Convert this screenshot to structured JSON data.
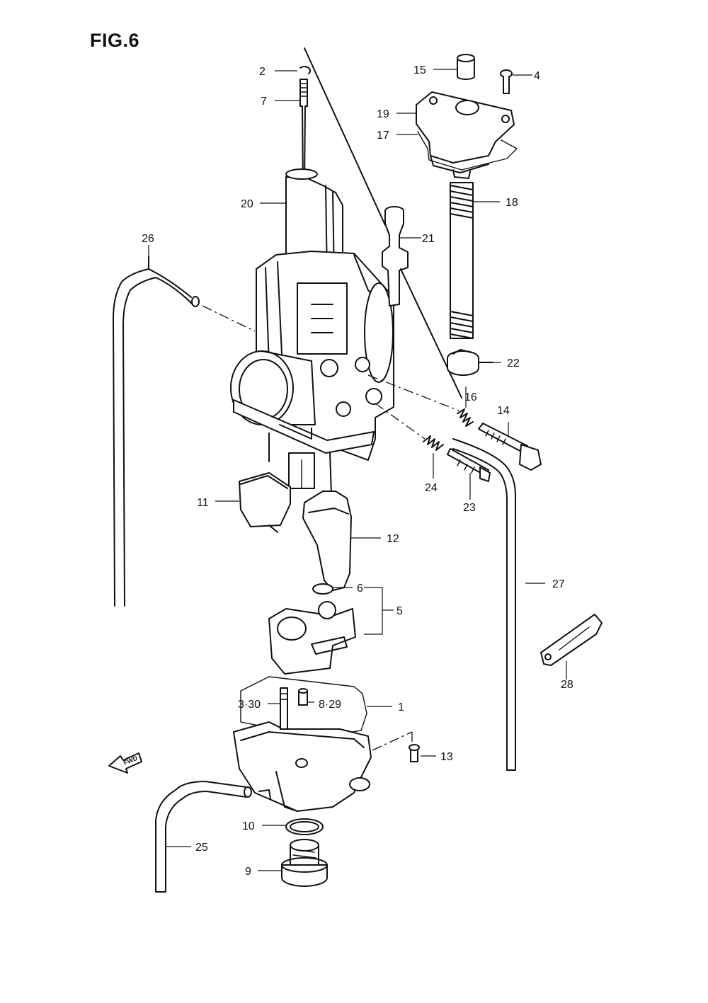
{
  "figure": {
    "title": "FIG.6"
  },
  "callouts": [
    {
      "id": "c2",
      "label": "2"
    },
    {
      "id": "c7",
      "label": "7"
    },
    {
      "id": "c15",
      "label": "15"
    },
    {
      "id": "c4",
      "label": "4"
    },
    {
      "id": "c19",
      "label": "19"
    },
    {
      "id": "c17",
      "label": "17"
    },
    {
      "id": "c18",
      "label": "18"
    },
    {
      "id": "c20",
      "label": "20"
    },
    {
      "id": "c21",
      "label": "21"
    },
    {
      "id": "c26",
      "label": "26"
    },
    {
      "id": "c22",
      "label": "22"
    },
    {
      "id": "c16",
      "label": "16"
    },
    {
      "id": "c14",
      "label": "14"
    },
    {
      "id": "c24",
      "label": "24"
    },
    {
      "id": "c23",
      "label": "23"
    },
    {
      "id": "c11",
      "label": "11"
    },
    {
      "id": "c12",
      "label": "12"
    },
    {
      "id": "c27",
      "label": "27"
    },
    {
      "id": "c6",
      "label": "6"
    },
    {
      "id": "c5",
      "label": "5"
    },
    {
      "id": "c28",
      "label": "28"
    },
    {
      "id": "c330",
      "label": "3·30"
    },
    {
      "id": "c829",
      "label": "8·29"
    },
    {
      "id": "c1",
      "label": "1"
    },
    {
      "id": "c13",
      "label": "13"
    },
    {
      "id": "c10",
      "label": "10"
    },
    {
      "id": "c25",
      "label": "25"
    },
    {
      "id": "c9",
      "label": "9"
    }
  ],
  "fwd_marker": {
    "label": "FWD",
    "icon": "fwd-arrow-icon"
  }
}
